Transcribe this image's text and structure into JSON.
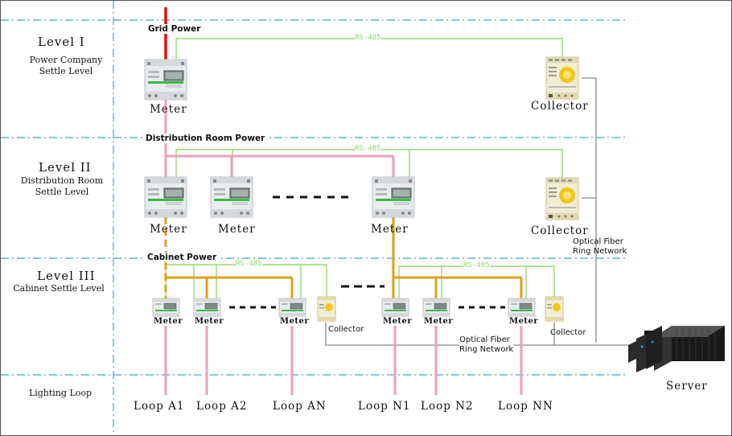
{
  "levels": [
    {
      "title": "Level I",
      "subtitle": [
        "Power Company",
        "Settle Level"
      ]
    },
    {
      "title": "Level II",
      "subtitle": [
        "Distribution Room",
        "Settle Level"
      ]
    },
    {
      "title": "Level III",
      "subtitle": [
        "Cabinet Settle Level"
      ]
    },
    {
      "title": "",
      "subtitle": [
        "Lighting Loop"
      ]
    }
  ],
  "power_labels": {
    "grid": "Grid Power",
    "distribution": "Distribution Room Power",
    "cabinet": "Cabinet Power"
  },
  "bus_label": "RS-485",
  "meter_label": "Meter",
  "collector_label": "Collector",
  "optical_label": [
    "Optical Fiber",
    "Ring Network"
  ],
  "server_label": "Server",
  "loops": [
    "Loop A1",
    "Loop A2",
    "Loop AN",
    "Loop N1",
    "Loop N2",
    "Loop NN"
  ],
  "colors": {
    "grid_power": "#e01010",
    "pink_power": "#e8a0bb",
    "cabinet_bus": "#dba21a",
    "rs485": "#9ad870",
    "divider": "#3aa8c8",
    "optical": "#8a8a8a"
  }
}
